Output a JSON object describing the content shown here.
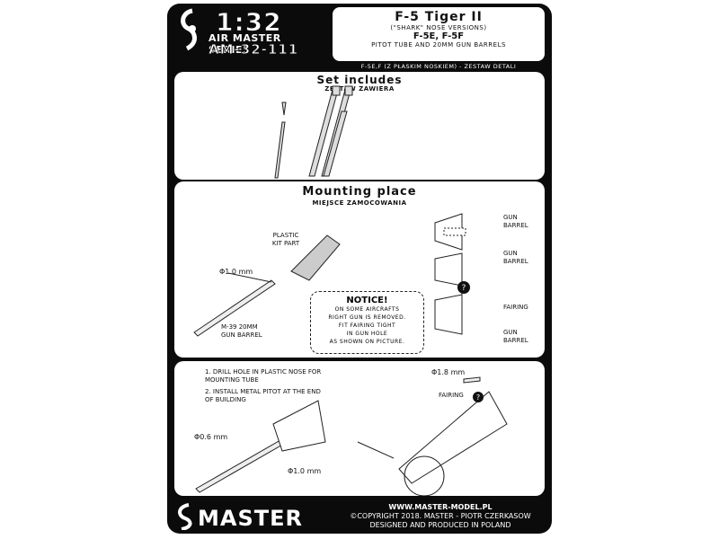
{
  "header": {
    "scale": "1:32",
    "series": "AIR MASTER SERIES",
    "code": "AM-32-111",
    "title": "F-5 Tiger II",
    "subtitle": "(\"shark\" nose versions)",
    "models": "F-5E, F-5F",
    "contents": "Pitot Tube and 20mm gun barrels",
    "polish": "F-5E,F (z płaskim noskiem) - zestaw detali"
  },
  "set_includes": {
    "title": "Set includes",
    "subtitle": "ZESTAW ZAWIERA"
  },
  "mounting": {
    "title": "Mounting place",
    "subtitle": "Miejsce zamocowania",
    "plastic_label": "PLASTIC KIT PART",
    "diameter_label": "Φ1.0 mm",
    "barrel_label": "M-39 20mm GUN BARREL",
    "right_labels": [
      "GUN BARREL",
      "GUN BARREL",
      "FAIRING",
      "GUN BARREL"
    ],
    "notice_title": "NOTICE!",
    "notice_lines": [
      "ON SOME AIRCRAFTS",
      "RIGHT GUN IS REMOVED.",
      "FIT FAIRING TIGHT",
      "IN GUN HOLE",
      "AS SHOWN ON PICTURE."
    ]
  },
  "instructions": {
    "step1": "1. DRILL HOLE IN PLASTIC NOSE FOR MOUNTING TUBE",
    "step2": "2. INSTALL METAL PITOT AT THE END OF BUILDING",
    "d06": "Φ0.6 mm",
    "d10": "Φ1.0 mm",
    "d18": "Φ1.8 mm",
    "fairing": "FAIRING"
  },
  "footer": {
    "brand": "MASTER",
    "website": "WWW.MASTER-MODEL.PL",
    "copyright": "©COPYRIGHT 2018. MASTER - PIOTR CZERKASOW",
    "made": "DESIGNED AND PRODUCED IN POLAND"
  }
}
